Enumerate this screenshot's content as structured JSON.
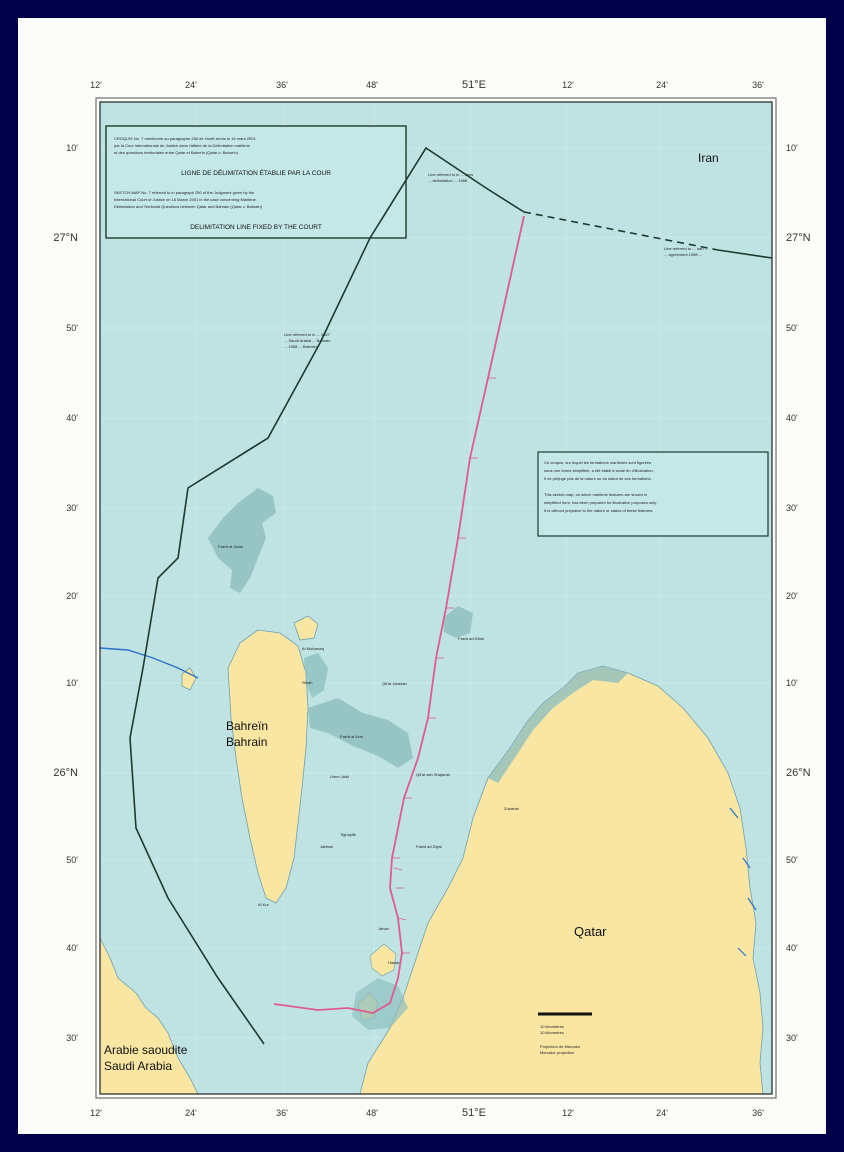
{
  "map": {
    "countries": {
      "iran": "Iran",
      "bahrain_fr": "Bahreïn",
      "bahrain_en": "Bahrain",
      "qatar": "Qatar",
      "saudi_fr": "Arabie saoudite",
      "saudi_en": "Saudi Arabia"
    },
    "top_ticks": [
      "12'",
      "24'",
      "36'",
      "48'",
      "51°E",
      "12'",
      "24'",
      "36'"
    ],
    "bottom_ticks": [
      "12'",
      "24'",
      "36'",
      "48'",
      "51°E",
      "12'",
      "24'",
      "36'"
    ],
    "left_ticks": [
      "10'",
      "27°N",
      "50'",
      "40'",
      "30'",
      "20'",
      "10'",
      "26°N",
      "50'",
      "40'",
      "30'"
    ],
    "right_ticks": [
      "10'",
      "27°N",
      "50'",
      "40'",
      "30'",
      "20'",
      "10'",
      "26°N",
      "50'",
      "40'",
      "30'"
    ],
    "legend_box": {
      "fr_heading": "LIGNE DE DÉLIMITATION ÉTABLIE PAR LA COUR",
      "en_heading": "DELIMITATION LINE FIXED BY THE COURT"
    },
    "scale": {
      "line1": "10 kilomètres",
      "line2": "10 kilometres",
      "line3": "Projection de Mercator",
      "line4": "Mercator projection"
    },
    "features": [
      "Fasht al Jarim",
      "Qit'at Jaradah",
      "Fasht ad Dibal",
      "Fasht al Azm",
      "Qit'at ash Shajarah",
      "Umm Jalid",
      "Jabbari",
      "Tighaylib",
      "Zubarah",
      "Fasht ad Diyal",
      "Janan",
      "Hawar",
      "Al Muharraq",
      "Sitrah",
      "Al Kur"
    ],
    "colors": {
      "sea": "#bfe3e3",
      "land": "#f9e6a3",
      "shoal": "#8fbfbf",
      "court_line": "#e05a8f",
      "boundary": "#1e3a30"
    }
  }
}
